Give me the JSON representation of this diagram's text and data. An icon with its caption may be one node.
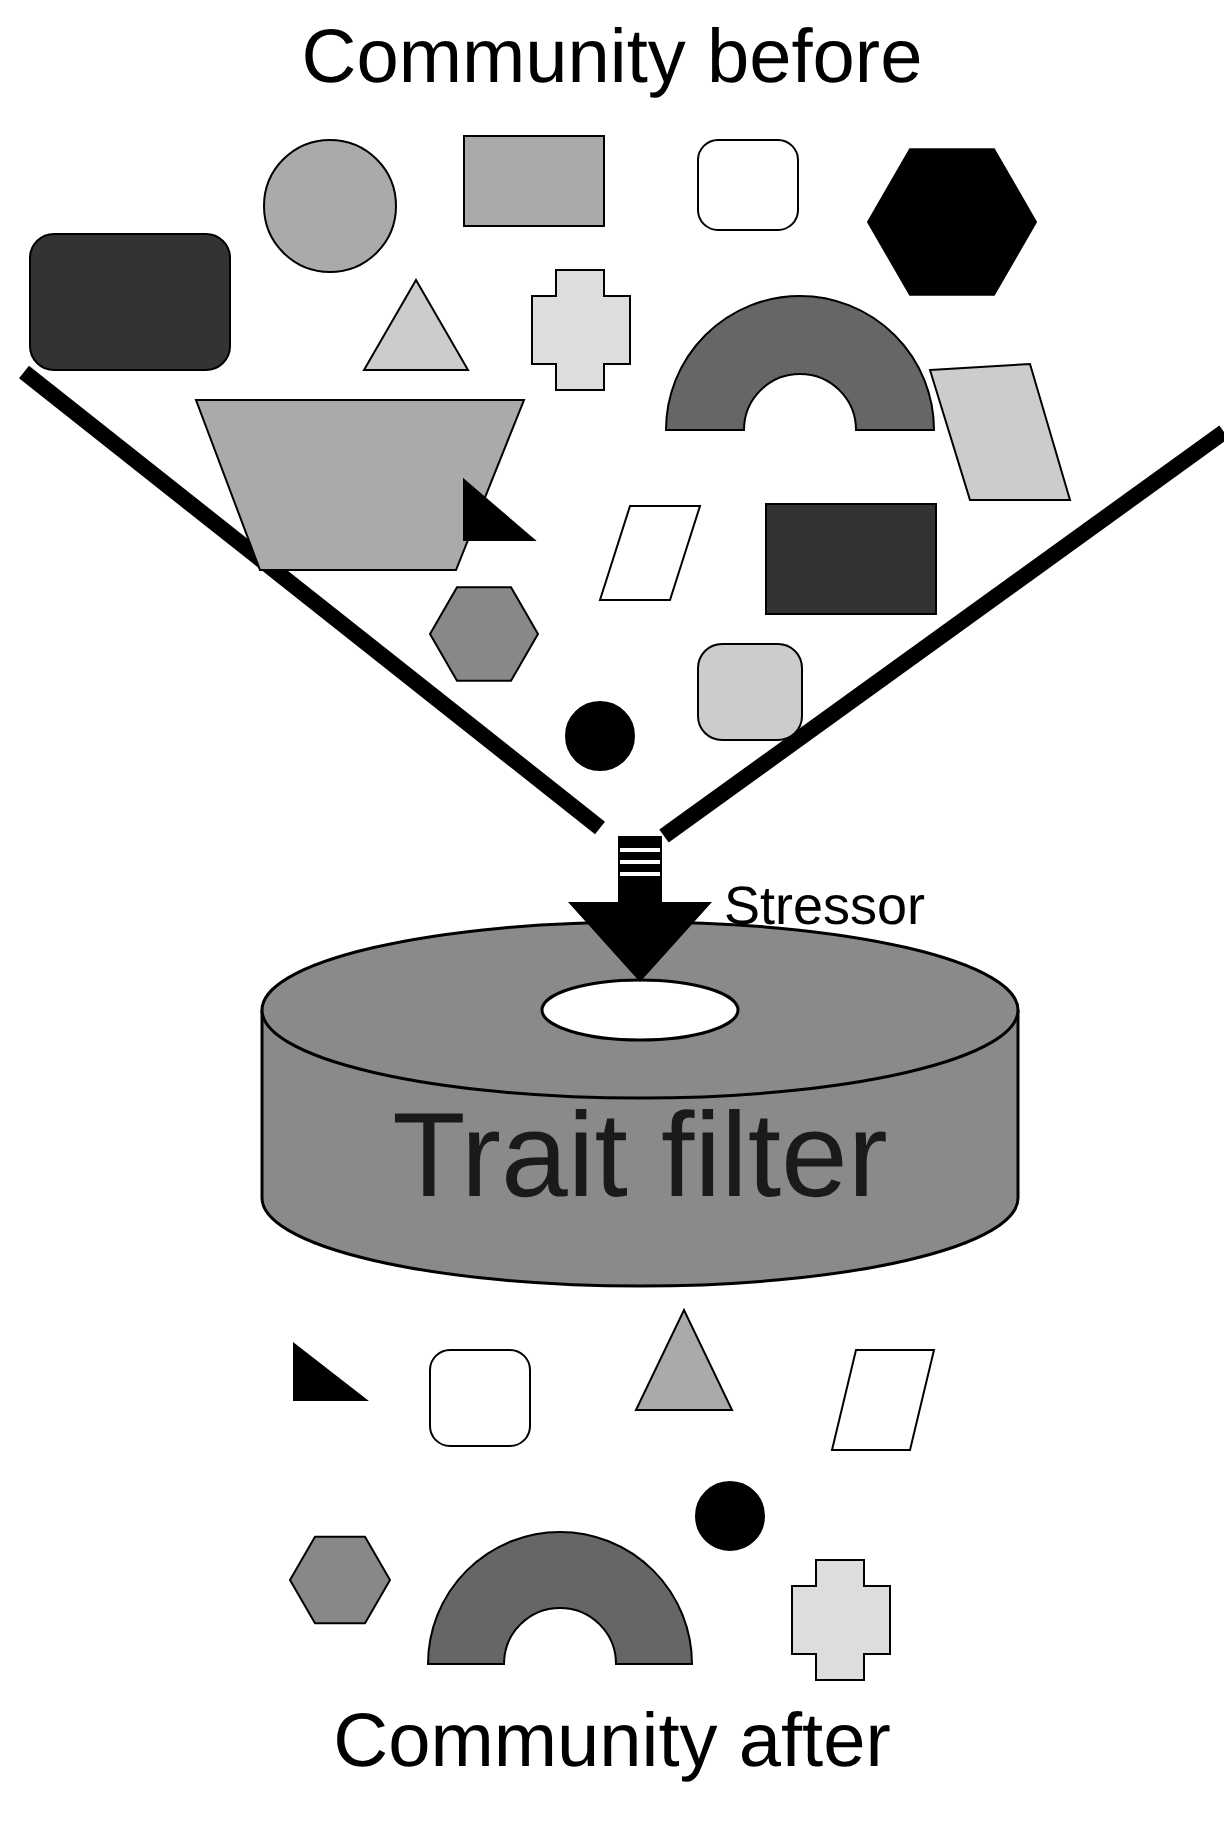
{
  "diagram": {
    "title": "Community before",
    "caption": "Community after",
    "nodes": [
      {
        "text": [
          "Trait filter"
        ]
      },
      {
        "text": [],
        "shape": "ellipse"
      }
    ],
    "edges": [
      {
        "from": null,
        "to": 1,
        "arrow": "to",
        "label": "Stressor"
      }
    ]
  }
}
